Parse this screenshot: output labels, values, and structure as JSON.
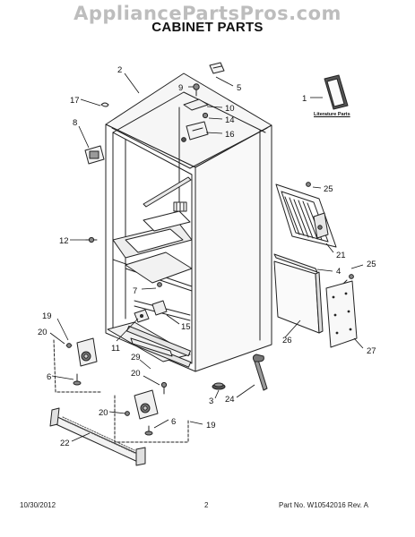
{
  "header": {
    "watermark": "AppliancePartsPros.com",
    "title": "CABINET PARTS"
  },
  "literature_label": "Literature Parts",
  "callouts": [
    "1",
    "2",
    "3",
    "4",
    "5",
    "6",
    "6",
    "7",
    "8",
    "9",
    "10",
    "11",
    "12",
    "14",
    "15",
    "16",
    "17",
    "19",
    "19",
    "20",
    "20",
    "20",
    "21",
    "22",
    "24",
    "25",
    "25",
    "26",
    "27",
    "29"
  ],
  "footer": {
    "date": "10/30/2012",
    "page": "2",
    "part_number": "Part No. W10542016  Rev. A"
  }
}
